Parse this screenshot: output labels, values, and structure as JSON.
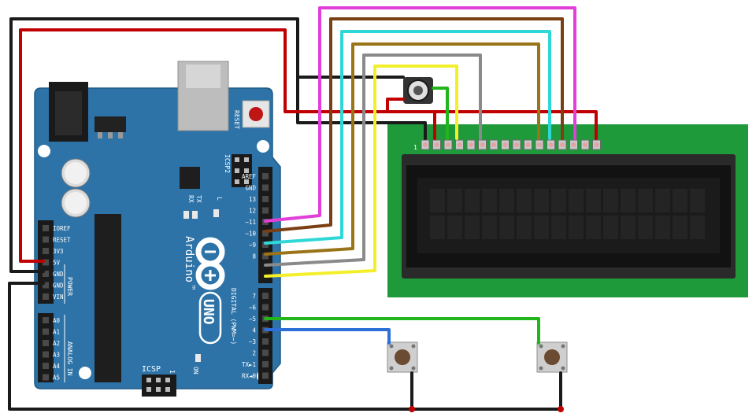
{
  "colors": {
    "board": "#2d73a8",
    "board_edge": "#1f5a86",
    "lcd_pcb": "#1e9a3a",
    "lcd_frame": "#2a2a2a",
    "lcd_screen": "#1b1b1b",
    "wire_red": "#c00000",
    "wire_black": "#1a1a1a",
    "wire_magenta": "#e23fd9",
    "wire_brown": "#7a3f12",
    "wire_cyan": "#2fd7d7",
    "wire_olive": "#9a7418",
    "wire_gray": "#8a8a8a",
    "wire_yellow": "#f3ef2a",
    "wire_green": "#22b51c",
    "wire_blue": "#2c6fd6"
  },
  "board": {
    "reset_label": "RESET",
    "icsp2_label": "ICSP2",
    "tx_label": "TX",
    "rx_label": "RX",
    "l_label": "L",
    "arduino_label": "Arduino",
    "tm_label": "TM",
    "uno_label": "UNO",
    "digital_label": "DIGITAL (PWM=~)",
    "icsp_label": "ICSP",
    "icsp_num": "1",
    "on_label": "ON",
    "power_label": "POWER",
    "analog_label": "ANALOG IN",
    "power_pins": [
      "IOREF",
      "RESET",
      "3V3",
      "5V",
      "GND",
      "GND",
      "VIN"
    ],
    "analog_pins": [
      "A0",
      "A1",
      "A2",
      "A3",
      "A4",
      "A5"
    ],
    "digital_top_pins": [
      "AREF",
      "GND",
      "13",
      "12",
      "~11",
      "~10",
      "~9",
      "8"
    ],
    "digital_bottom_pins": [
      "7",
      "~6",
      "~5",
      "4",
      "~3",
      "2",
      "TX►1",
      "RX◄0"
    ]
  },
  "lcd": {
    "pin1_label": "1"
  }
}
